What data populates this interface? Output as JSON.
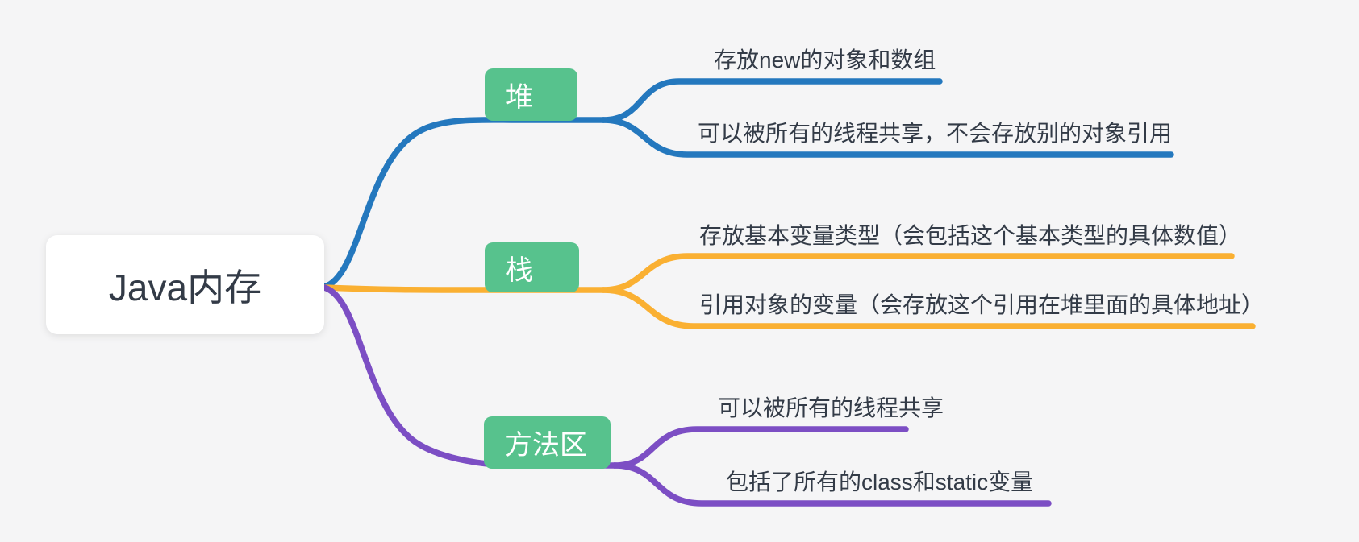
{
  "canvas": {
    "background": "#F5F5F6"
  },
  "root": {
    "label": "Java内存",
    "bg": "#FFFFFF",
    "text_color": "#333B47"
  },
  "node_bg": "#57C28D",
  "branches": [
    {
      "id": "heap",
      "label": "堆",
      "color": "#2478BE",
      "leaves": [
        "存放new的对象和数组",
        "可以被所有的线程共享，不会存放别的对象引用"
      ]
    },
    {
      "id": "stack",
      "label": "栈",
      "color": "#FAB032",
      "leaves": [
        "存放基本变量类型（会包括这个基本类型的具体数值）",
        "引用对象的变量（会存放这个引用在堆里面的具体地址）"
      ]
    },
    {
      "id": "method-area",
      "label": "方法区",
      "color": "#7C4EC4",
      "leaves": [
        "可以被所有的线程共享",
        "包括了所有的class和static变量"
      ]
    }
  ]
}
